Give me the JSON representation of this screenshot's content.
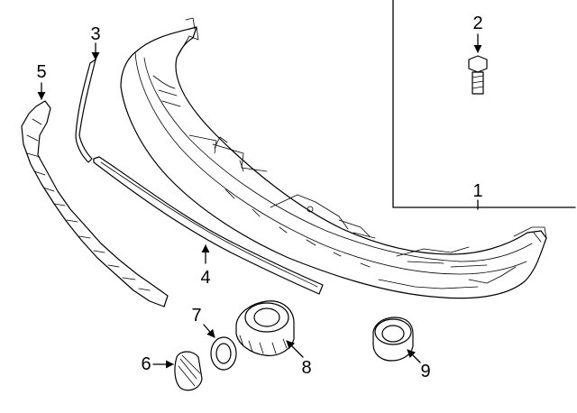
{
  "callouts": {
    "c1": "1",
    "c2": "2",
    "c3": "3",
    "c4": "4",
    "c5": "5",
    "c6": "6",
    "c7": "7",
    "c8": "8",
    "c9": "9"
  },
  "colors": {
    "line": "#000000",
    "background": "#ffffff"
  },
  "icons": [
    "arrow-head-icon"
  ]
}
